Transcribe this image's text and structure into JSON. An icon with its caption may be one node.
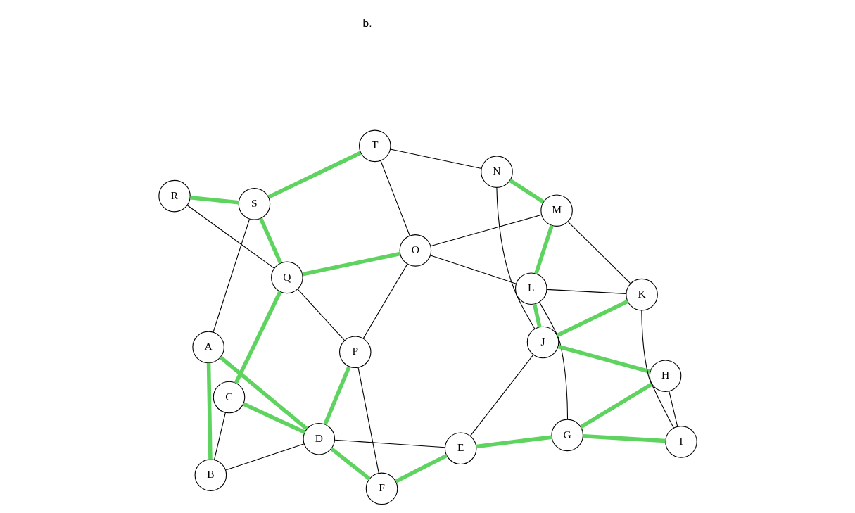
{
  "diagram": {
    "nodes": [
      {
        "text": [
          "F"
        ]
      },
      {
        "text": [
          "A"
        ]
      },
      {
        "text": [
          "B"
        ]
      },
      {
        "text": [
          "D"
        ]
      },
      {
        "text": [
          "E"
        ]
      },
      {
        "text": [
          "G"
        ]
      },
      {
        "text": [
          "C"
        ]
      },
      {
        "text": [
          "H"
        ]
      },
      {
        "text": [
          "I"
        ]
      },
      {
        "text": [
          "Q"
        ]
      },
      {
        "text": [
          "P"
        ]
      },
      {
        "text": [
          "L"
        ]
      },
      {
        "text": [
          "J"
        ]
      },
      {
        "text": [
          "S"
        ]
      },
      {
        "text": [
          "R"
        ]
      },
      {
        "text": [
          "O"
        ]
      },
      {
        "text": [
          "M"
        ]
      },
      {
        "text": [
          "K"
        ]
      },
      {
        "text": [
          "T"
        ]
      },
      {
        "text": [
          "N"
        ]
      }
    ],
    "edges": [
      {
        "from": 1,
        "to": 3,
        "arrow": "none",
        "style": "thick",
        "color": "#5fd35f"
      },
      {
        "from": 1,
        "to": 2,
        "arrow": "none",
        "style": "thick",
        "color": "#5fd35f"
      },
      {
        "from": 1,
        "to": 13,
        "arrow": "none",
        "color": "#000000"
      },
      {
        "from": 2,
        "to": 3,
        "arrow": "none",
        "color": "#000000"
      },
      {
        "from": 2,
        "to": 6,
        "arrow": "none",
        "color": "#000000"
      },
      {
        "from": 3,
        "to": 0,
        "arrow": "none",
        "style": "thick",
        "color": "#5fd35f"
      },
      {
        "from": 3,
        "to": 6,
        "arrow": "none",
        "style": "thick",
        "color": "#5fd35f"
      },
      {
        "from": 3,
        "to": 4,
        "arrow": "none",
        "color": "#000000"
      },
      {
        "from": 3,
        "to": 10,
        "arrow": "none",
        "style": "thick",
        "color": "#5fd35f"
      },
      {
        "from": 0,
        "to": 4,
        "arrow": "none",
        "style": "thick",
        "color": "#5fd35f"
      },
      {
        "from": 0,
        "to": 10,
        "arrow": "none",
        "color": "#000000"
      },
      {
        "from": 4,
        "to": 5,
        "arrow": "none",
        "style": "thick",
        "color": "#5fd35f"
      },
      {
        "from": 4,
        "to": 12,
        "arrow": "none",
        "color": "#000000"
      },
      {
        "from": 5,
        "to": 11,
        "arrow": "none",
        "color": "#000000"
      },
      {
        "from": 5,
        "to": 7,
        "arrow": "none",
        "style": "thick",
        "color": "#5fd35f"
      },
      {
        "from": 5,
        "to": 8,
        "arrow": "none",
        "style": "thick",
        "color": "#5fd35f"
      },
      {
        "from": 7,
        "to": 8,
        "arrow": "none",
        "color": "#000000"
      },
      {
        "from": 7,
        "to": 12,
        "arrow": "none",
        "style": "thick",
        "color": "#5fd35f"
      },
      {
        "from": 8,
        "to": 17,
        "arrow": "none",
        "color": "#000000"
      },
      {
        "from": 6,
        "to": 9,
        "arrow": "none",
        "style": "thick",
        "color": "#5fd35f"
      },
      {
        "from": 9,
        "to": 10,
        "arrow": "none",
        "color": "#000000"
      },
      {
        "from": 9,
        "to": 14,
        "arrow": "none",
        "color": "#000000"
      },
      {
        "from": 9,
        "to": 13,
        "arrow": "none",
        "style": "thick",
        "color": "#5fd35f"
      },
      {
        "from": 9,
        "to": 15,
        "arrow": "none",
        "style": "thick",
        "color": "#5fd35f"
      },
      {
        "from": 10,
        "to": 15,
        "arrow": "none",
        "color": "#000000"
      },
      {
        "from": 11,
        "to": 12,
        "arrow": "none",
        "style": "thick",
        "color": "#5fd35f"
      },
      {
        "from": 11,
        "to": 15,
        "arrow": "none",
        "color": "#000000"
      },
      {
        "from": 11,
        "to": 17,
        "arrow": "none",
        "color": "#000000"
      },
      {
        "from": 11,
        "to": 16,
        "arrow": "none",
        "style": "thick",
        "color": "#5fd35f"
      },
      {
        "from": 12,
        "to": 17,
        "arrow": "none",
        "style": "thick",
        "color": "#5fd35f"
      },
      {
        "from": 12,
        "to": 19,
        "arrow": "none",
        "color": "#000000"
      },
      {
        "from": 13,
        "to": 14,
        "arrow": "none",
        "style": "thick",
        "color": "#5fd35f"
      },
      {
        "from": 13,
        "to": 18,
        "arrow": "none",
        "style": "thick",
        "color": "#5fd35f"
      },
      {
        "from": 18,
        "to": 15,
        "arrow": "none",
        "color": "#000000"
      },
      {
        "from": 18,
        "to": 19,
        "arrow": "none",
        "color": "#000000"
      },
      {
        "from": 15,
        "to": 16,
        "arrow": "none",
        "color": "#000000"
      },
      {
        "from": 16,
        "to": 17,
        "arrow": "none",
        "color": "#000000"
      },
      {
        "from": 16,
        "to": 19,
        "arrow": "none",
        "style": "thick",
        "color": "#5fd35f"
      }
    ],
    "labels": [
      "b."
    ]
  }
}
